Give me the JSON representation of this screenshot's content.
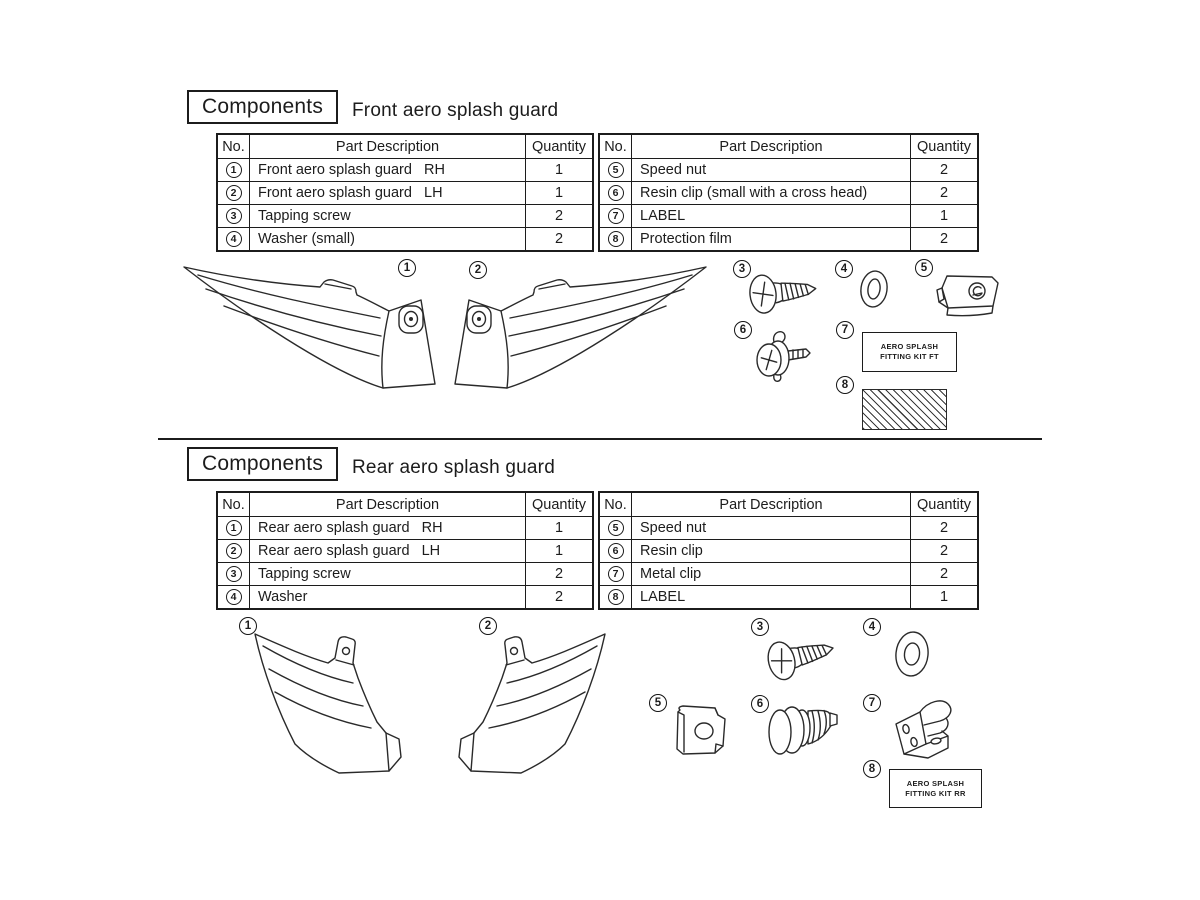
{
  "colors": {
    "paper": "#ffffff",
    "ink": "#1c1c1c"
  },
  "callout_numbers": [
    "1",
    "2",
    "3",
    "4",
    "5",
    "6",
    "7",
    "8"
  ],
  "front": {
    "components_label": "Components",
    "title": "Front aero splash guard",
    "headers": {
      "no": "No.",
      "desc": "Part Description",
      "qty": "Quantity"
    },
    "left_rows": [
      {
        "no": "1",
        "desc": "Front aero splash guard   RH",
        "qty": "1"
      },
      {
        "no": "2",
        "desc": "Front aero splash guard   LH",
        "qty": "1"
      },
      {
        "no": "3",
        "desc": "Tapping screw",
        "qty": "2"
      },
      {
        "no": "4",
        "desc": "Washer (small)",
        "qty": "2"
      }
    ],
    "right_rows": [
      {
        "no": "5",
        "desc": "Speed nut",
        "qty": "2"
      },
      {
        "no": "6",
        "desc": "Resin clip (small with a cross head)",
        "qty": "2"
      },
      {
        "no": "7",
        "desc": "LABEL",
        "qty": "1"
      },
      {
        "no": "8",
        "desc": "Protection film",
        "qty": "2"
      }
    ],
    "label_tag": {
      "line1": "AERO SPLASH",
      "line2": "FITTING KIT FT"
    },
    "illustrations": [
      "front-guard-rh",
      "front-guard-lh",
      "tapping-screw",
      "washer-small",
      "speed-nut",
      "resin-clip-cross-head",
      "kit-label-ft",
      "protection-film"
    ]
  },
  "rear": {
    "components_label": "Components",
    "title": "Rear aero splash guard",
    "headers": {
      "no": "No.",
      "desc": "Part Description",
      "qty": "Quantity"
    },
    "left_rows": [
      {
        "no": "1",
        "desc": "Rear aero splash guard   RH",
        "qty": "1"
      },
      {
        "no": "2",
        "desc": "Rear aero splash guard   LH",
        "qty": "1"
      },
      {
        "no": "3",
        "desc": "Tapping screw",
        "qty": "2"
      },
      {
        "no": "4",
        "desc": "Washer",
        "qty": "2"
      }
    ],
    "right_rows": [
      {
        "no": "5",
        "desc": "Speed nut",
        "qty": "2"
      },
      {
        "no": "6",
        "desc": "Resin clip",
        "qty": "2"
      },
      {
        "no": "7",
        "desc": "Metal clip",
        "qty": "2"
      },
      {
        "no": "8",
        "desc": "LABEL",
        "qty": "1"
      }
    ],
    "label_tag": {
      "line1": "AERO SPLASH",
      "line2": "FITTING KIT RR"
    },
    "illustrations": [
      "rear-guard-rh",
      "rear-guard-lh",
      "tapping-screw",
      "washer",
      "speed-nut-plate",
      "resin-clip",
      "metal-clip",
      "kit-label-rr"
    ]
  }
}
